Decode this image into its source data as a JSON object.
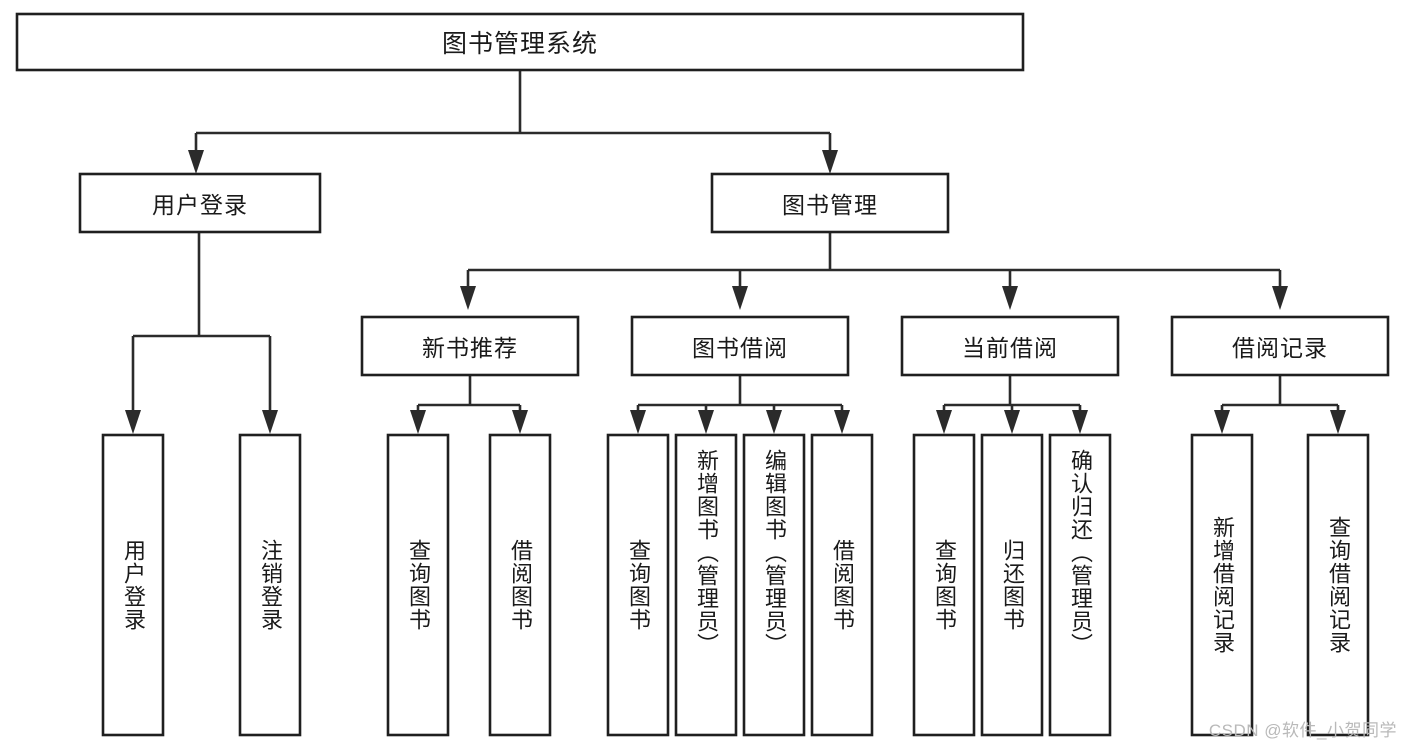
{
  "diagram": {
    "type": "tree-hierarchy",
    "title": "图书管理系统",
    "orientation": "top-down",
    "colors": {
      "box_fill": "#ffffff",
      "box_stroke": "#1f1f1f",
      "connector": "#2b2b2b",
      "text": "#1a1a1a",
      "watermark": "#b9b9b9",
      "background": "#ffffff"
    },
    "root": {
      "id": "root",
      "label": "图书管理系统",
      "orientation": "horizontal"
    },
    "level2": [
      {
        "id": "user-login",
        "label": "用户登录",
        "orientation": "horizontal"
      },
      {
        "id": "book-manage",
        "label": "图书管理",
        "orientation": "horizontal"
      }
    ],
    "level3": [
      {
        "id": "new-book-recommend",
        "label": "新书推荐",
        "orientation": "horizontal",
        "parent": "book-manage"
      },
      {
        "id": "book-borrow",
        "label": "图书借阅",
        "orientation": "horizontal",
        "parent": "book-manage"
      },
      {
        "id": "current-borrow",
        "label": "当前借阅",
        "orientation": "horizontal",
        "parent": "book-manage"
      },
      {
        "id": "borrow-record",
        "label": "借阅记录",
        "orientation": "horizontal",
        "parent": "book-manage"
      }
    ],
    "leaves": [
      {
        "id": "leaf-user-login",
        "label": "用户登录",
        "orientation": "vertical",
        "parent": "user-login"
      },
      {
        "id": "leaf-logout-login",
        "label": "注销登录",
        "orientation": "vertical",
        "parent": "user-login"
      },
      {
        "id": "leaf-query-book-1",
        "label": "查询图书",
        "orientation": "vertical",
        "parent": "new-book-recommend"
      },
      {
        "id": "leaf-borrow-book-1",
        "label": "借阅图书",
        "orientation": "vertical",
        "parent": "new-book-recommend"
      },
      {
        "id": "leaf-query-book-2",
        "label": "查询图书",
        "orientation": "vertical",
        "parent": "book-borrow"
      },
      {
        "id": "leaf-add-book-admin",
        "label": "新增图书（管理员）",
        "orientation": "vertical",
        "parent": "book-borrow"
      },
      {
        "id": "leaf-edit-book-admin",
        "label": "编辑图书（管理员）",
        "orientation": "vertical",
        "parent": "book-borrow"
      },
      {
        "id": "leaf-borrow-book-2",
        "label": "借阅图书",
        "orientation": "vertical",
        "parent": "book-borrow"
      },
      {
        "id": "leaf-query-book-3",
        "label": "查询图书",
        "orientation": "vertical",
        "parent": "current-borrow"
      },
      {
        "id": "leaf-return-book",
        "label": "归还图书",
        "orientation": "vertical",
        "parent": "current-borrow"
      },
      {
        "id": "leaf-confirm-return-admin",
        "label": "确认归还（管理员）",
        "orientation": "vertical",
        "parent": "current-borrow"
      },
      {
        "id": "leaf-add-borrow-record",
        "label": "新增借阅记录",
        "orientation": "vertical",
        "parent": "borrow-record"
      },
      {
        "id": "leaf-query-borrow-record",
        "label": "查询借阅记录",
        "orientation": "vertical",
        "parent": "borrow-record"
      }
    ],
    "watermark": "CSDN @软件_小贺同学"
  }
}
